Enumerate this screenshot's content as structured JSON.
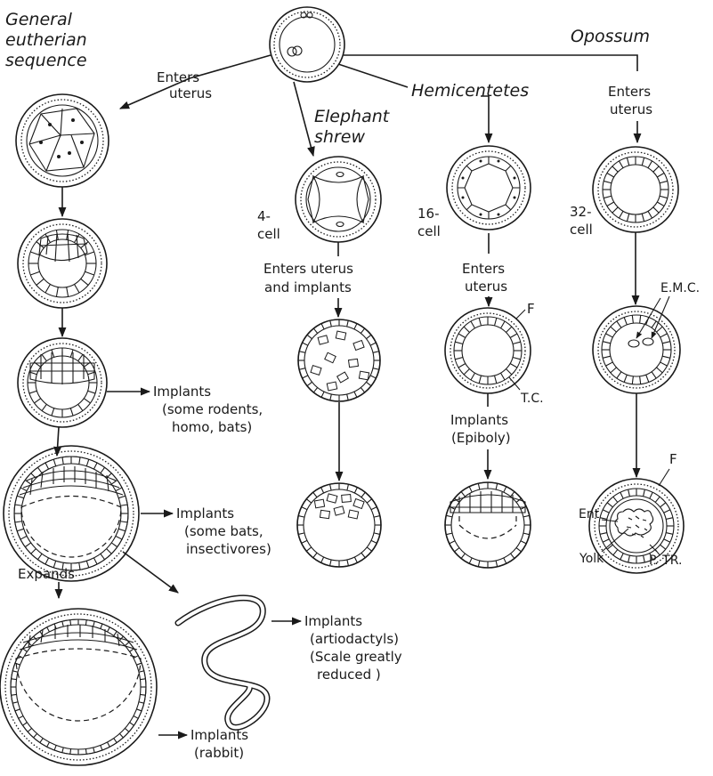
{
  "columns": {
    "general": "General eutherian sequence",
    "elephant_shrew": "Elephant shrew",
    "hemicentetes": "Hemicentetes",
    "opossum": "Opossum"
  },
  "general_sequence": {
    "enters_uterus": [
      "Enters",
      "uterus"
    ],
    "implants_1": [
      "Implants",
      "(some rodents,",
      "homo, bats)"
    ],
    "implants_2": [
      "Implants",
      "(some bats,",
      "insectivores)"
    ],
    "expands": "Expands",
    "implants_artiodactyls": [
      "Implants",
      "(artiodactyls)",
      "(Scale greatly",
      "reduced )"
    ],
    "implants_rabbit": [
      "Implants",
      "(rabbit)"
    ]
  },
  "elephant_shrew_sequence": {
    "stage": [
      "4-",
      "cell"
    ],
    "event": [
      "Enters uterus",
      "and implants"
    ]
  },
  "hemicentetes_sequence": {
    "stage": [
      "16-",
      "cell"
    ],
    "event": [
      "Enters",
      "uterus"
    ],
    "label_f": "F",
    "label_tc": "T.C.",
    "implants": [
      "Implants",
      "(Epiboly)"
    ]
  },
  "opossum_sequence": {
    "event": [
      "Enters",
      "uterus"
    ],
    "stage": [
      "32-",
      "cell"
    ],
    "label_emc": "E.M.C.",
    "label_f": "F",
    "label_ent": "Ent",
    "label_yolk": "Yolk",
    "label_ptr": "P. TR."
  },
  "colors": {
    "ink": "#1a1a1a",
    "paper": "#ffffff"
  }
}
